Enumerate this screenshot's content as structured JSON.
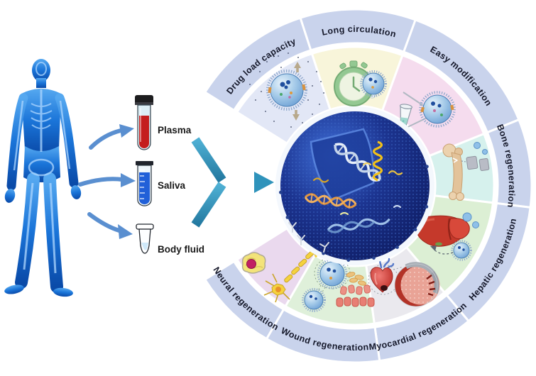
{
  "samples": {
    "items": [
      {
        "label": "Plasma"
      },
      {
        "label": "Saliva"
      },
      {
        "label": "Body fluid"
      }
    ]
  },
  "wheel": {
    "band_color": "#c9d3ec",
    "label_color": "#15182a",
    "segments": [
      {
        "label": "Drug load capacity",
        "fill": "#e2e7f6"
      },
      {
        "label": "Long circulation",
        "fill": "#f8f5da"
      },
      {
        "label": "Easy modification",
        "fill": "#f5dcee"
      },
      {
        "label": "Bone regeneration",
        "fill": "#d6f1ed"
      },
      {
        "label": "Hepatic regeneration",
        "fill": "#dcefd4"
      },
      {
        "label": "Myocardial regeneration",
        "fill": "#eae9ee"
      },
      {
        "label": "Wound regeneration",
        "fill": "#dff0da"
      },
      {
        "label": "Neural regeneration",
        "fill": "#ead9ee"
      }
    ]
  },
  "colors": {
    "body_blue": "#1668cc",
    "arrow_teal": "#2f93bb",
    "small_arrow_blue": "#5a8fd0",
    "plasma_red": "#c41e1e",
    "saliva_blue": "#2160d8",
    "body_fluid_liquid": "#cfe9fa",
    "sphere_navy": "#13246f"
  },
  "icons": {
    "human_figure": "human-body-anatomy",
    "tubes": [
      "blood-tube",
      "graduated-saliva-tube",
      "microcentrifuge-tube"
    ],
    "segment_illustrations": [
      "drug-loaded-vesicle",
      "stopwatch-with-vesicle",
      "sample-tube-and-modified-vesicle",
      "femur-with-implant",
      "liver-with-vesicles",
      "heart-with-magnified-myocardium",
      "vesicles-and-skin-cells",
      "brain-and-neuron"
    ],
    "center_illustration": "exosome-nanoparticle-with-dna"
  }
}
